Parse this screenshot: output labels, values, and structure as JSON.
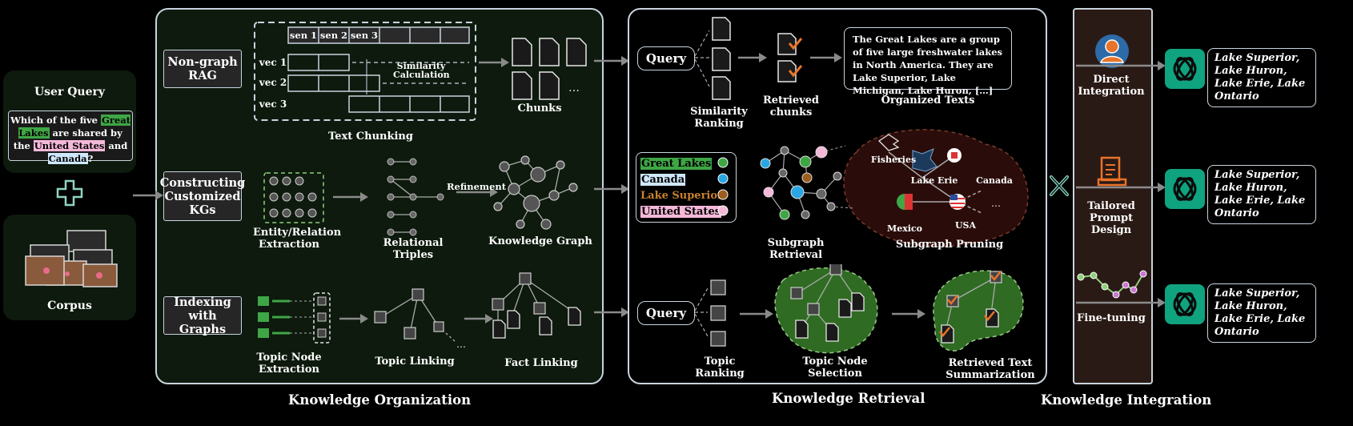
{
  "user_query": {
    "title": "User Query",
    "parts": [
      "Which of the five ",
      "Great Lakes",
      " are shared by the ",
      "United States",
      " and ",
      "Canada",
      "?"
    ]
  },
  "corpus": {
    "label": "Corpus"
  },
  "organization": {
    "title": "Knowledge Organization",
    "methods": [
      "Non-graph RAG",
      "Constructing Customized KGs",
      "Indexing with Graphs"
    ],
    "sentences": [
      "sen 1",
      "sen 2",
      "sen 3"
    ],
    "vectors": [
      "vec 1",
      "vec 2",
      "vec 3"
    ],
    "similarity": "Similarity Calculation",
    "text_chunking": "Text Chunking",
    "chunks": "Chunks",
    "entity_extraction": "Entity/Relation Extraction",
    "relational_triples": "Relational Triples",
    "refinement": "Refinement",
    "knowledge_graph": "Knowledge Graph",
    "topic_node_extraction": "Topic Node Extraction",
    "topic_linking": "Topic Linking",
    "fact_linking": "Fact Linking"
  },
  "retrieval": {
    "title": "Knowledge Retrieval",
    "query": "Query",
    "similarity_ranking": "Similarity Ranking",
    "retrieved_chunks": "Retrieved chunks",
    "organized_text": "The Great Lakes are a group of five large freshwater lakes in North America. They are Lake Superior, Lake Michigan, Lake Huron, […]",
    "organized_texts": "Organized Texts",
    "entities": [
      {
        "name": "Great Lakes",
        "color": "#3fa645"
      },
      {
        "name": "Canada",
        "color": "#2aa7e2"
      },
      {
        "name": "Lake Superior",
        "color": "#9a5d1e"
      },
      {
        "name": "United States",
        "color": "#f5b8d9"
      }
    ],
    "subgraph_retrieval": "Subgraph Retrieval",
    "subgraph_pruning": "Subgraph Pruning",
    "pruning_nodes": [
      "Fisheries",
      "Lake Erie",
      "Canada",
      "Mexico",
      "USA"
    ],
    "topic_ranking": "Topic Ranking",
    "topic_node_selection": "Topic Node Selection",
    "retrieved_summarization": "Retrieved Text Summarization"
  },
  "integration": {
    "title": "Knowledge Integration",
    "methods": [
      "Direct Integration",
      "Tailored Prompt Design",
      "Fine-tuning"
    ],
    "outputs": [
      "Lake Superior, Lake Huron, Lake Erie, Lake Ontario",
      "Lake Superior, Lake Huron, Lake Erie, Lake Ontario",
      "Lake Superior, Lake Huron, Lake Erie, Lake Ontario"
    ]
  }
}
